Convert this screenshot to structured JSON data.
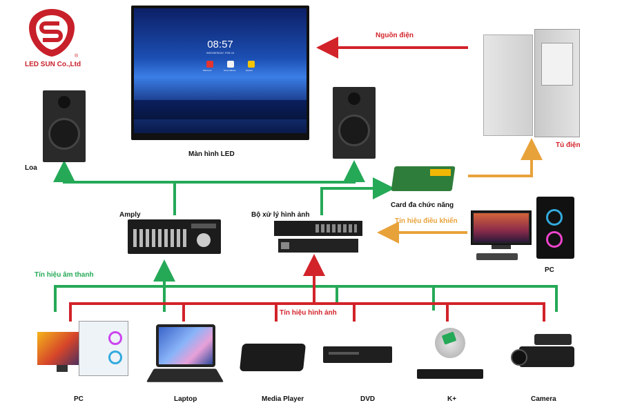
{
  "logo": {
    "brand": "LED SUN Co.,Ltd",
    "reg": "®"
  },
  "screen": {
    "time": "08:57",
    "date": "WEDNESDAY, FEB 24",
    "app1": "Welcome",
    "app2": "ScreenShare",
    "app3": "Explore"
  },
  "labels": {
    "led_screen": "Màn hình LED",
    "speaker": "Loa",
    "cabinet": "Tủ điện",
    "power": "Nguồn điện",
    "card": "Card đa chức năng",
    "control_signal": "Tín hiệu điều khiển",
    "amply": "Amply",
    "processor": "Bộ xử lý hình ảnh",
    "audio_signal": "Tín hiệu âm thanh",
    "video_signal": "Tín hiệu hình ảnh",
    "pc_right": "PC"
  },
  "sources": [
    "PC",
    "Laptop",
    "Media Player",
    "DVD",
    "K+",
    "Camera"
  ],
  "colors": {
    "red": "#d2232a",
    "green": "#25a957",
    "orange": "#e8a23a"
  }
}
